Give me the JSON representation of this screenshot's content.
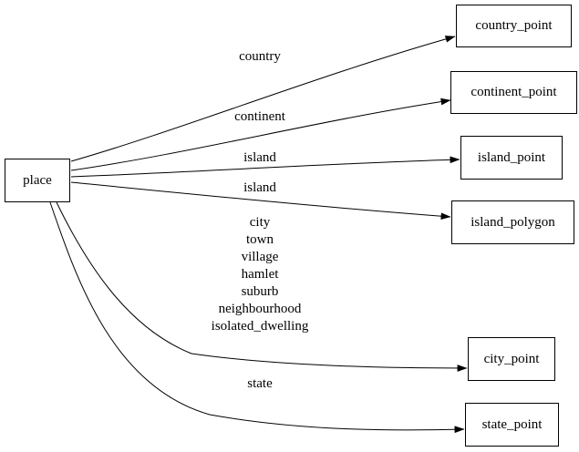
{
  "diagram": {
    "type": "directed-graph",
    "background_color": "#ffffff",
    "line_color": "#000000",
    "source_node": {
      "id": "place",
      "label": "place"
    },
    "target_nodes": [
      {
        "id": "country_point",
        "label": "country_point"
      },
      {
        "id": "continent_point",
        "label": "continent_point"
      },
      {
        "id": "island_point",
        "label": "island_point"
      },
      {
        "id": "island_polygon",
        "label": "island_polygon"
      },
      {
        "id": "city_point",
        "label": "city_point"
      },
      {
        "id": "state_point",
        "label": "state_point"
      }
    ],
    "edges": [
      {
        "from": "place",
        "to": "country_point",
        "label": "country"
      },
      {
        "from": "place",
        "to": "continent_point",
        "label": "continent"
      },
      {
        "from": "place",
        "to": "island_point",
        "label": "island"
      },
      {
        "from": "place",
        "to": "island_polygon",
        "label": "island"
      },
      {
        "from": "place",
        "to": "city_point",
        "label": "city\ntown\nvillage\nhamlet\nsuburb\nneighbourhood\nisolated_dwelling"
      },
      {
        "from": "place",
        "to": "state_point",
        "label": "state"
      }
    ]
  }
}
